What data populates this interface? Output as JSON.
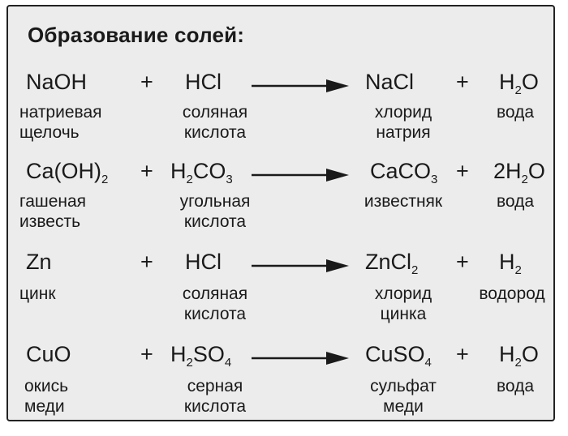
{
  "title": "Образование солей:",
  "reactions": [
    {
      "r1": {
        "main": "NaOH",
        "sub": "",
        "tail": "",
        "name1": "натриевая",
        "name2": "щелочь"
      },
      "r2": {
        "main": "HCl",
        "sub": "",
        "tail": "",
        "name1": "соляная",
        "name2": "кислота"
      },
      "p1": {
        "main": "NaCl",
        "sub": "",
        "tail": "",
        "name1": "хлорид",
        "name2": "натрия"
      },
      "p2": {
        "main": "H",
        "sub": "2",
        "tail": "O",
        "name1": "вода",
        "name2": ""
      }
    },
    {
      "r1": {
        "main": "Ca(OH)",
        "sub": "2",
        "tail": "",
        "name1": "гашеная",
        "name2": "известь"
      },
      "r2": {
        "main": "H",
        "sub": "2",
        "tail": "CO",
        "sub2": "3",
        "name1": "угольная",
        "name2": "кислота"
      },
      "p1": {
        "main": "CaCO",
        "sub": "3",
        "tail": "",
        "name1": "известняк",
        "name2": ""
      },
      "p2": {
        "main": "2H",
        "sub": "2",
        "tail": "O",
        "name1": "вода",
        "name2": ""
      }
    },
    {
      "r1": {
        "main": "Zn",
        "sub": "",
        "tail": "",
        "name1": "цинк",
        "name2": ""
      },
      "r2": {
        "main": "HCl",
        "sub": "",
        "tail": "",
        "name1": "соляная",
        "name2": "кислота"
      },
      "p1": {
        "main": "ZnCl",
        "sub": "2",
        "tail": "",
        "name1": "хлорид",
        "name2": "цинка"
      },
      "p2": {
        "main": "H",
        "sub": "2",
        "tail": "",
        "name1": "водород",
        "name2": ""
      }
    },
    {
      "r1": {
        "main": "CuO",
        "sub": "",
        "tail": "",
        "name1": "окись",
        "name2": "меди"
      },
      "r2": {
        "main": "H",
        "sub": "2",
        "tail": "SO",
        "sub2": "4",
        "name1": "серная",
        "name2": "кислота"
      },
      "p1": {
        "main": "CuSO",
        "sub": "4",
        "tail": "",
        "name1": "сульфат",
        "name2": "меди"
      },
      "p2": {
        "main": "H",
        "sub": "2",
        "tail": "O",
        "name1": "вода",
        "name2": ""
      }
    }
  ],
  "plus": "+"
}
